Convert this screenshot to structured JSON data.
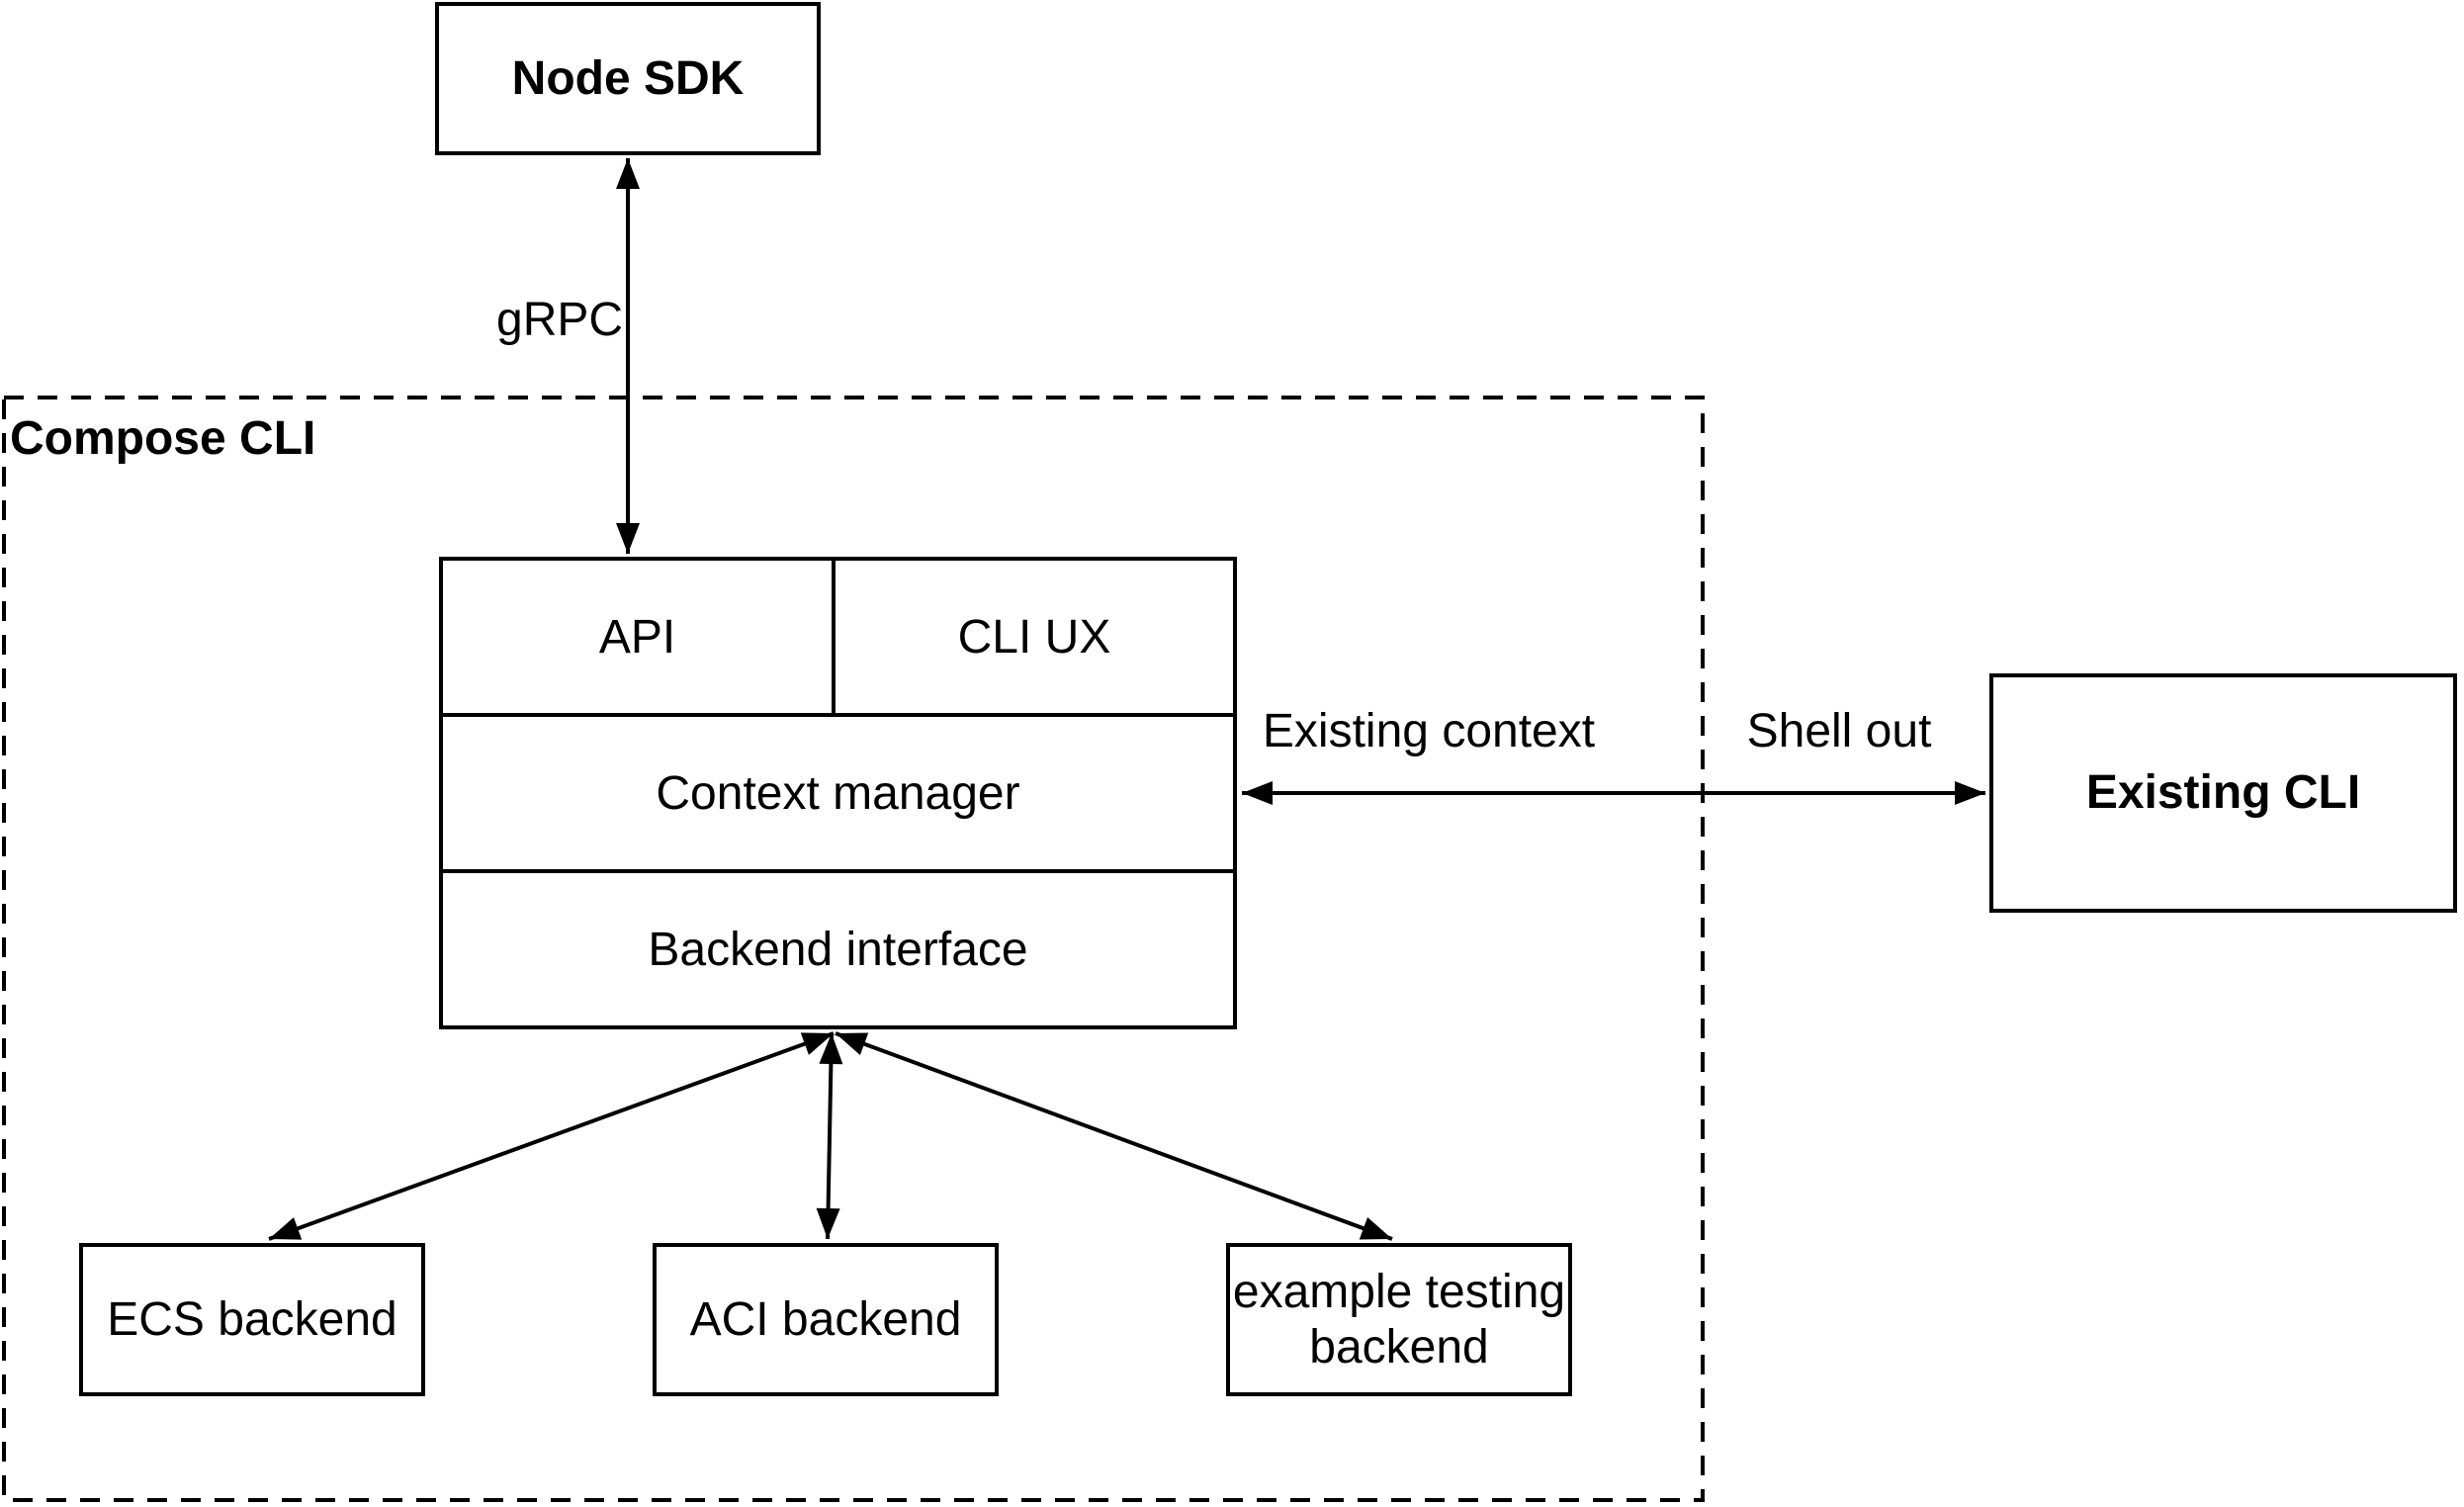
{
  "diagram": {
    "type": "architecture",
    "container": {
      "label": "Compose CLI"
    },
    "nodes": {
      "node_sdk": {
        "label": "Node SDK"
      },
      "api": {
        "label": "API"
      },
      "cli_ux": {
        "label": "CLI UX"
      },
      "context_manager": {
        "label": "Context manager"
      },
      "backend_interface": {
        "label": "Backend interface"
      },
      "existing_cli": {
        "label": "Existing CLI"
      },
      "ecs_backend": {
        "label": "ECS backend"
      },
      "aci_backend": {
        "label": "ACI backend"
      },
      "example_testing_backend": {
        "label": "example testing backend"
      }
    },
    "edge_labels": {
      "grpc": {
        "label": "gRPC"
      },
      "existing_context": {
        "label": "Existing context"
      },
      "shell_out": {
        "label": "Shell out"
      }
    },
    "edges": [
      {
        "from": "node_sdk",
        "to": "api",
        "label": "gRPC",
        "style": "double-arrow"
      },
      {
        "from": "context_manager",
        "to": "existing_cli",
        "labels": [
          "Existing context",
          "Shell out"
        ],
        "style": "double-arrow"
      },
      {
        "from": "backend_interface",
        "to": "ecs_backend",
        "style": "double-arrow"
      },
      {
        "from": "backend_interface",
        "to": "aci_backend",
        "style": "double-arrow"
      },
      {
        "from": "backend_interface",
        "to": "example_testing_backend",
        "style": "double-arrow"
      }
    ],
    "colors": {
      "stroke": "#000000",
      "background": "#ffffff"
    }
  }
}
